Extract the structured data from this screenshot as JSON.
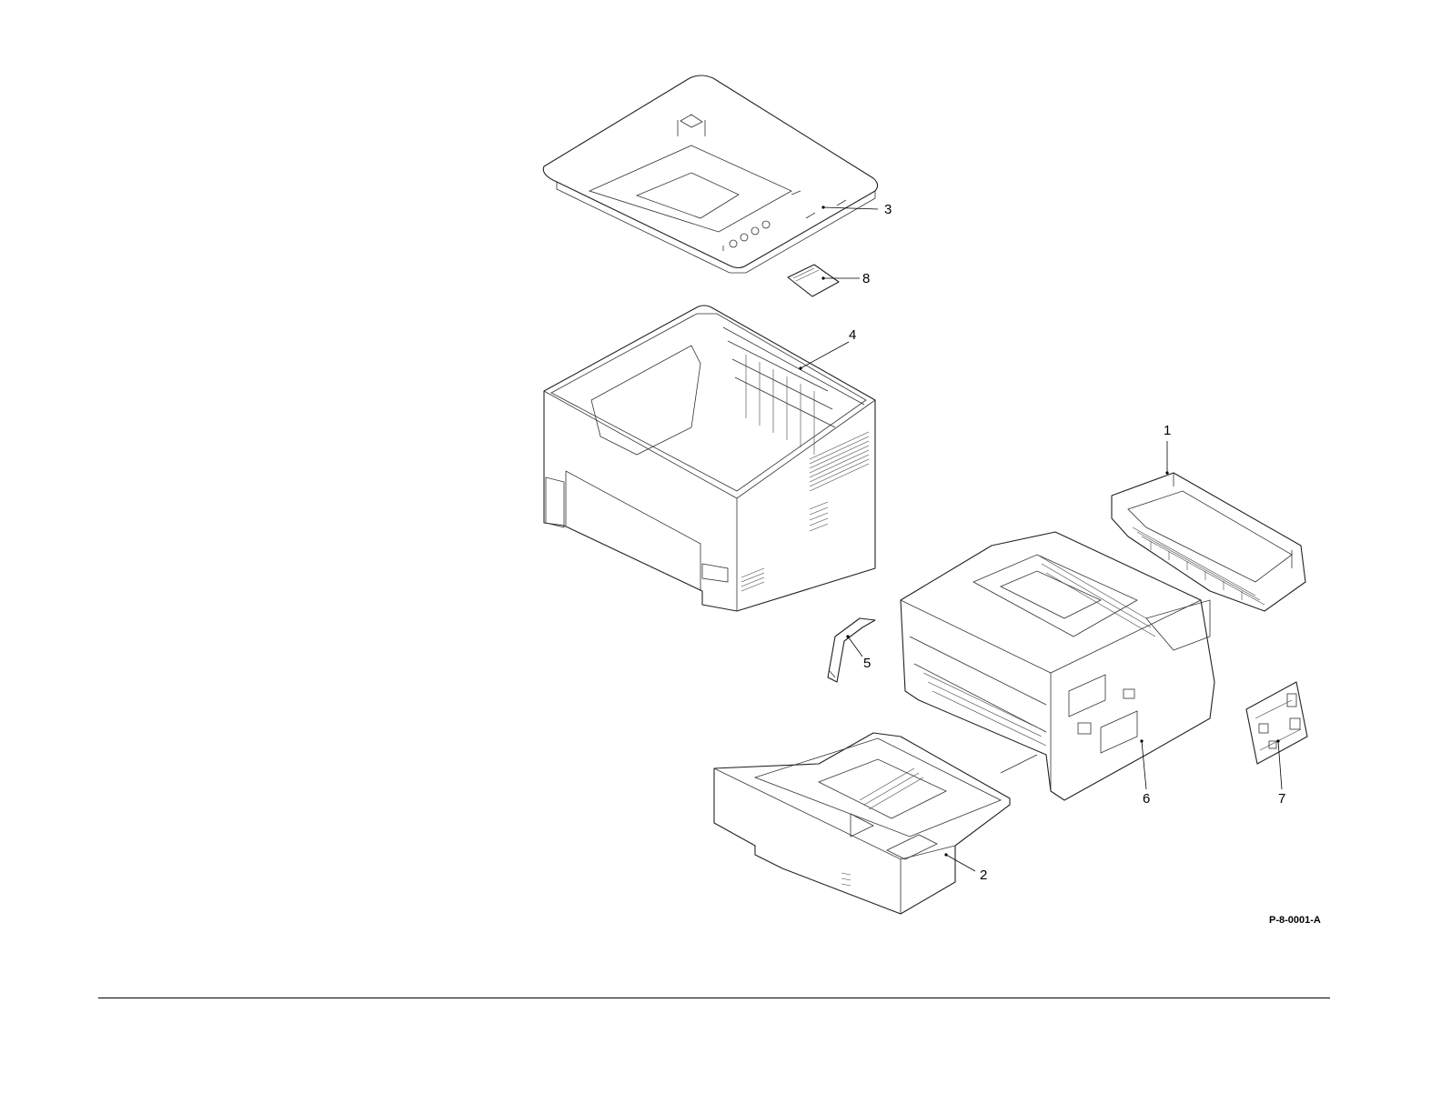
{
  "diagram": {
    "figure_id": "P-8-0001-A",
    "callouts": [
      {
        "id": "1",
        "label": "1"
      },
      {
        "id": "2",
        "label": "2"
      },
      {
        "id": "3",
        "label": "3"
      },
      {
        "id": "4",
        "label": "4"
      },
      {
        "id": "5",
        "label": "5"
      },
      {
        "id": "6",
        "label": "6"
      },
      {
        "id": "7",
        "label": "7"
      },
      {
        "id": "8",
        "label": "8"
      }
    ]
  }
}
